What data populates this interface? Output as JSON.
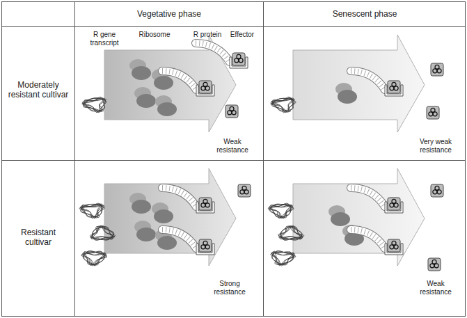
{
  "diagram": {
    "labels": [
      "Vegetative phase",
      "Senescent phase",
      "Moderately resistant cultivar",
      "R gene transcript",
      "Ribosome",
      "R protein",
      "Effector",
      "Weak resistance",
      "Very weak resistance",
      "Resistant cultivar",
      "Strong resistance",
      "Weak resistance"
    ]
  }
}
